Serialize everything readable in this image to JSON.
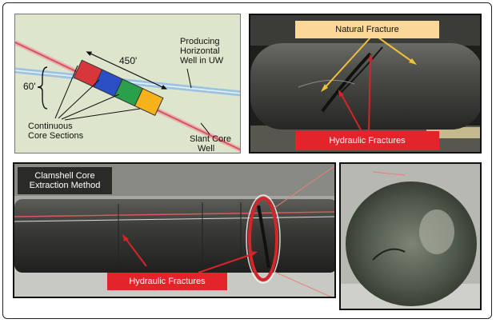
{
  "diagram": {
    "length_label": "450'",
    "height_label": "60'",
    "core_sections_label_line1": "Continuous",
    "core_sections_label_line2": "Core Sections",
    "producing_well_line1": "Producing",
    "producing_well_line2": "Horizontal",
    "producing_well_line3": "Well in UW",
    "slant_well_line1": "Slant Core",
    "slant_well_line2": "Well",
    "section_colors": [
      "#d7373b",
      "#2b4fc4",
      "#2aa04a",
      "#f5b21a"
    ]
  },
  "natural_photo": {
    "natural_fracture_label": "Natural Fracture",
    "hydraulic_fractures_label": "Hydraulic Fractures"
  },
  "clamshell_photo": {
    "method_label_line1": "Clamshell Core",
    "method_label_line2": "Extraction Method",
    "hydraulic_fractures_label": "Hydraulic Fractures"
  },
  "colors": {
    "label_yellow": "#fbd79a",
    "label_red": "#e3242b",
    "arrow_red": "#d3262b",
    "arrow_yellow": "#f0c23a"
  }
}
